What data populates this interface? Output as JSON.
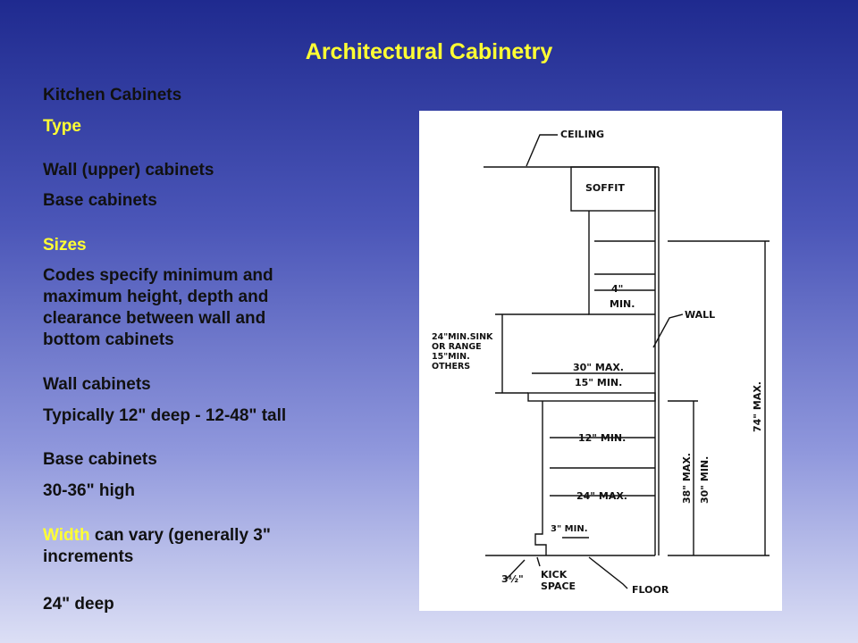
{
  "title": "Architectural Cabinetry",
  "left": {
    "heading": "Kitchen Cabinets",
    "type_label": "Type",
    "type_items": [
      "Wall (upper) cabinets",
      "Base cabinets"
    ],
    "sizes_label": "Sizes",
    "codes_lines": [
      "Codes specify minimum and",
      "maximum height,  depth and",
      "clearance between wall and",
      "bottom cabinets"
    ],
    "wall_cabinets": "Wall cabinets",
    "wall_typical": "Typically 12\" deep - 12-48\" tall",
    "base_cabinets": "Base cabinets",
    "base_height": "30-36\" high",
    "width_word": "Width",
    "width_rest": " can vary (generally 3\"",
    "width_line2": "increments",
    "deep": "24\" deep"
  },
  "diagram": {
    "ceiling": "CEILING",
    "soffit": "SOFFIT",
    "four": "4\"",
    "four_min": "MIN.",
    "wall": "WALL",
    "clear_1": "24\"MIN.SINK",
    "clear_2": "OR RANGE",
    "clear_3": "15\"MIN.",
    "clear_4": "OTHERS",
    "max30": "30\" MAX.",
    "min15": "15\" MIN.",
    "min12": "12\" MIN.",
    "max24": "24\" MAX.",
    "min3": "3\" MIN.",
    "kick1": "KICK",
    "kick2": "SPACE",
    "half": "3½\"",
    "floor": "FLOOR",
    "max74": "74\" MAX.",
    "max38": "38\" MAX.",
    "min30": "30\" MIN."
  }
}
